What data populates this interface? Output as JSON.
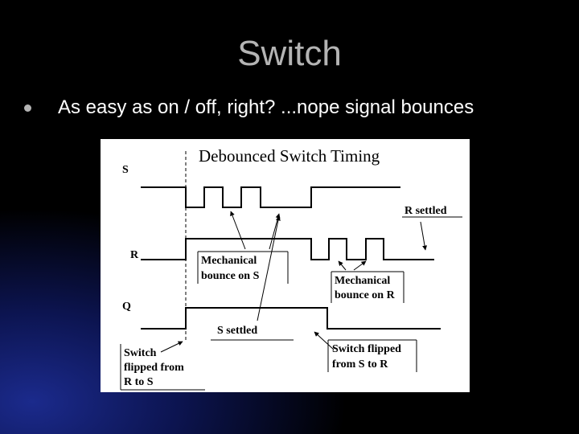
{
  "slide": {
    "title": "Switch",
    "bullet": "As easy as on / off, right? ...nope signal bounces"
  },
  "diagram": {
    "title": "Debounced Switch Timing",
    "signals": [
      "S",
      "R",
      "Q"
    ],
    "annotations": {
      "r_settled": "R settled",
      "mech_bounce_s_line1": "Mechanical",
      "mech_bounce_s_line2": "bounce on S",
      "mech_bounce_r_line1": "Mechanical",
      "mech_bounce_r_line2": "bounce on R",
      "s_settled": "S settled",
      "flip_rs_line1": "Switch",
      "flip_rs_line2": "flipped from",
      "flip_rs_line3": "R to S",
      "flip_sr_line1": "Switch flipped",
      "flip_sr_line2": "from S to R"
    }
  }
}
